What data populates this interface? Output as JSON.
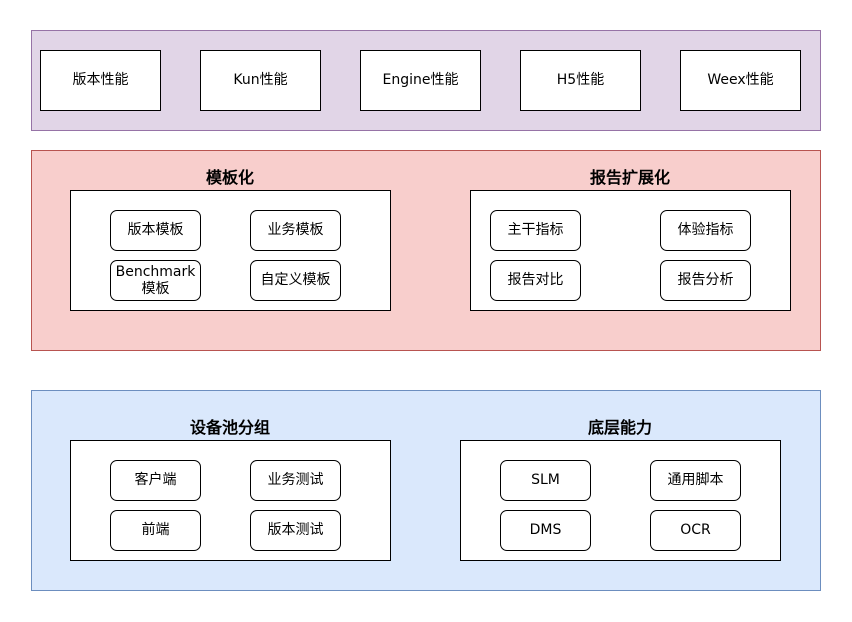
{
  "top_row": [
    "版本性能",
    "Kun性能",
    "Engine性能",
    "H5性能",
    "Weex性能"
  ],
  "templating": {
    "title": "模板化",
    "items": [
      "版本模板",
      "业务模板",
      "Benchmark\n模板",
      "自定义模板"
    ]
  },
  "report_ext": {
    "title": "报告扩展化",
    "items": [
      "主干指标",
      "体验指标",
      "报告对比",
      "报告分析"
    ]
  },
  "device_pool": {
    "title": "设备池分组",
    "items": [
      "客户端",
      "业务测试",
      "前端",
      "版本测试"
    ]
  },
  "base_ability": {
    "title": "底层能力",
    "items": [
      "SLM",
      "通用脚本",
      "DMS",
      "OCR"
    ]
  },
  "colors": {
    "purple_fill": "#e1d5e7",
    "purple_stroke": "#9673a6",
    "red_fill": "#f8cecc",
    "red_stroke": "#b85450",
    "blue_fill": "#dae8fc",
    "blue_stroke": "#6c8ebf"
  }
}
